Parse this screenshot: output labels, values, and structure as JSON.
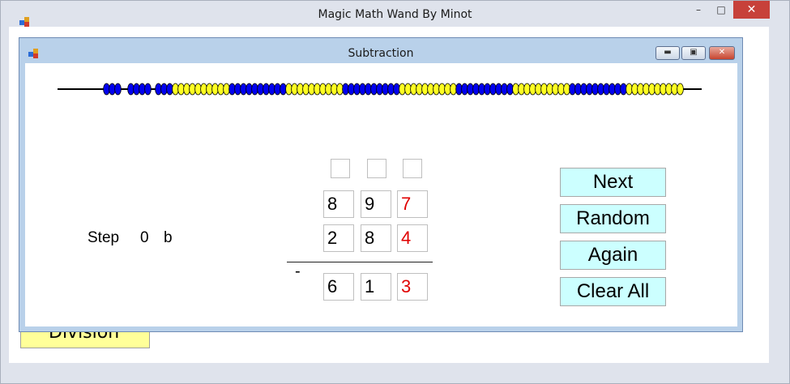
{
  "app": {
    "title": "Magic Math Wand By Minot",
    "controls": {
      "minimize": "–",
      "maximize": "□",
      "close": "✕"
    },
    "division_label": "Division"
  },
  "child": {
    "title": "Subtraction",
    "controls": {
      "minimize": "▬",
      "maximize": "▣",
      "close": "✕"
    }
  },
  "abacus": {
    "groups": [
      {
        "color": "blue",
        "count": 3
      },
      {
        "color": "blue",
        "count": 4
      },
      {
        "color": "blue",
        "count": 3
      },
      {
        "color": "yellow",
        "count": 10
      },
      {
        "color": "blue",
        "count": 10
      },
      {
        "color": "yellow",
        "count": 10
      },
      {
        "color": "blue",
        "count": 10
      },
      {
        "color": "yellow",
        "count": 10
      },
      {
        "color": "blue",
        "count": 10
      },
      {
        "color": "yellow",
        "count": 10
      },
      {
        "color": "blue",
        "count": 10
      },
      {
        "color": "yellow",
        "count": 10
      }
    ],
    "colors": {
      "blue": "#0000ee",
      "yellow": "#ffff22"
    }
  },
  "problem": {
    "top": [
      "8",
      "9",
      "7"
    ],
    "operator": "-",
    "bottom": [
      "2",
      "8",
      "4"
    ],
    "result": [
      "6",
      "1",
      "3"
    ],
    "highlight_color": "#e00000"
  },
  "step": {
    "label": "Step",
    "number": "0",
    "suffix": "b"
  },
  "buttons": {
    "next": "Next",
    "random": "Random",
    "again": "Again",
    "clear_all": "Clear All"
  }
}
